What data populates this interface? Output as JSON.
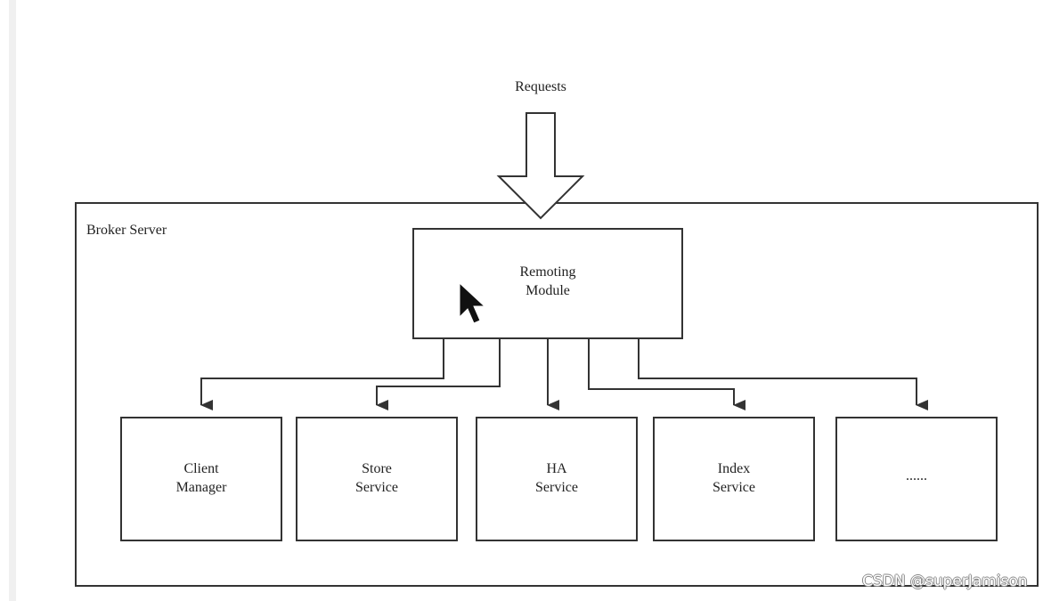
{
  "diagram": {
    "input_label": "Requests",
    "container_label": "Broker Server",
    "central_module": {
      "line1": "Remoting",
      "line2": "Module"
    },
    "services": [
      {
        "line1": "Client",
        "line2": "Manager"
      },
      {
        "line1": "Store",
        "line2": "Service"
      },
      {
        "line1": "HA",
        "line2": "Service"
      },
      {
        "line1": "Index",
        "line2": "Service"
      },
      {
        "line1": "......",
        "line2": ""
      }
    ]
  },
  "watermark": "CSDN @superJamison"
}
